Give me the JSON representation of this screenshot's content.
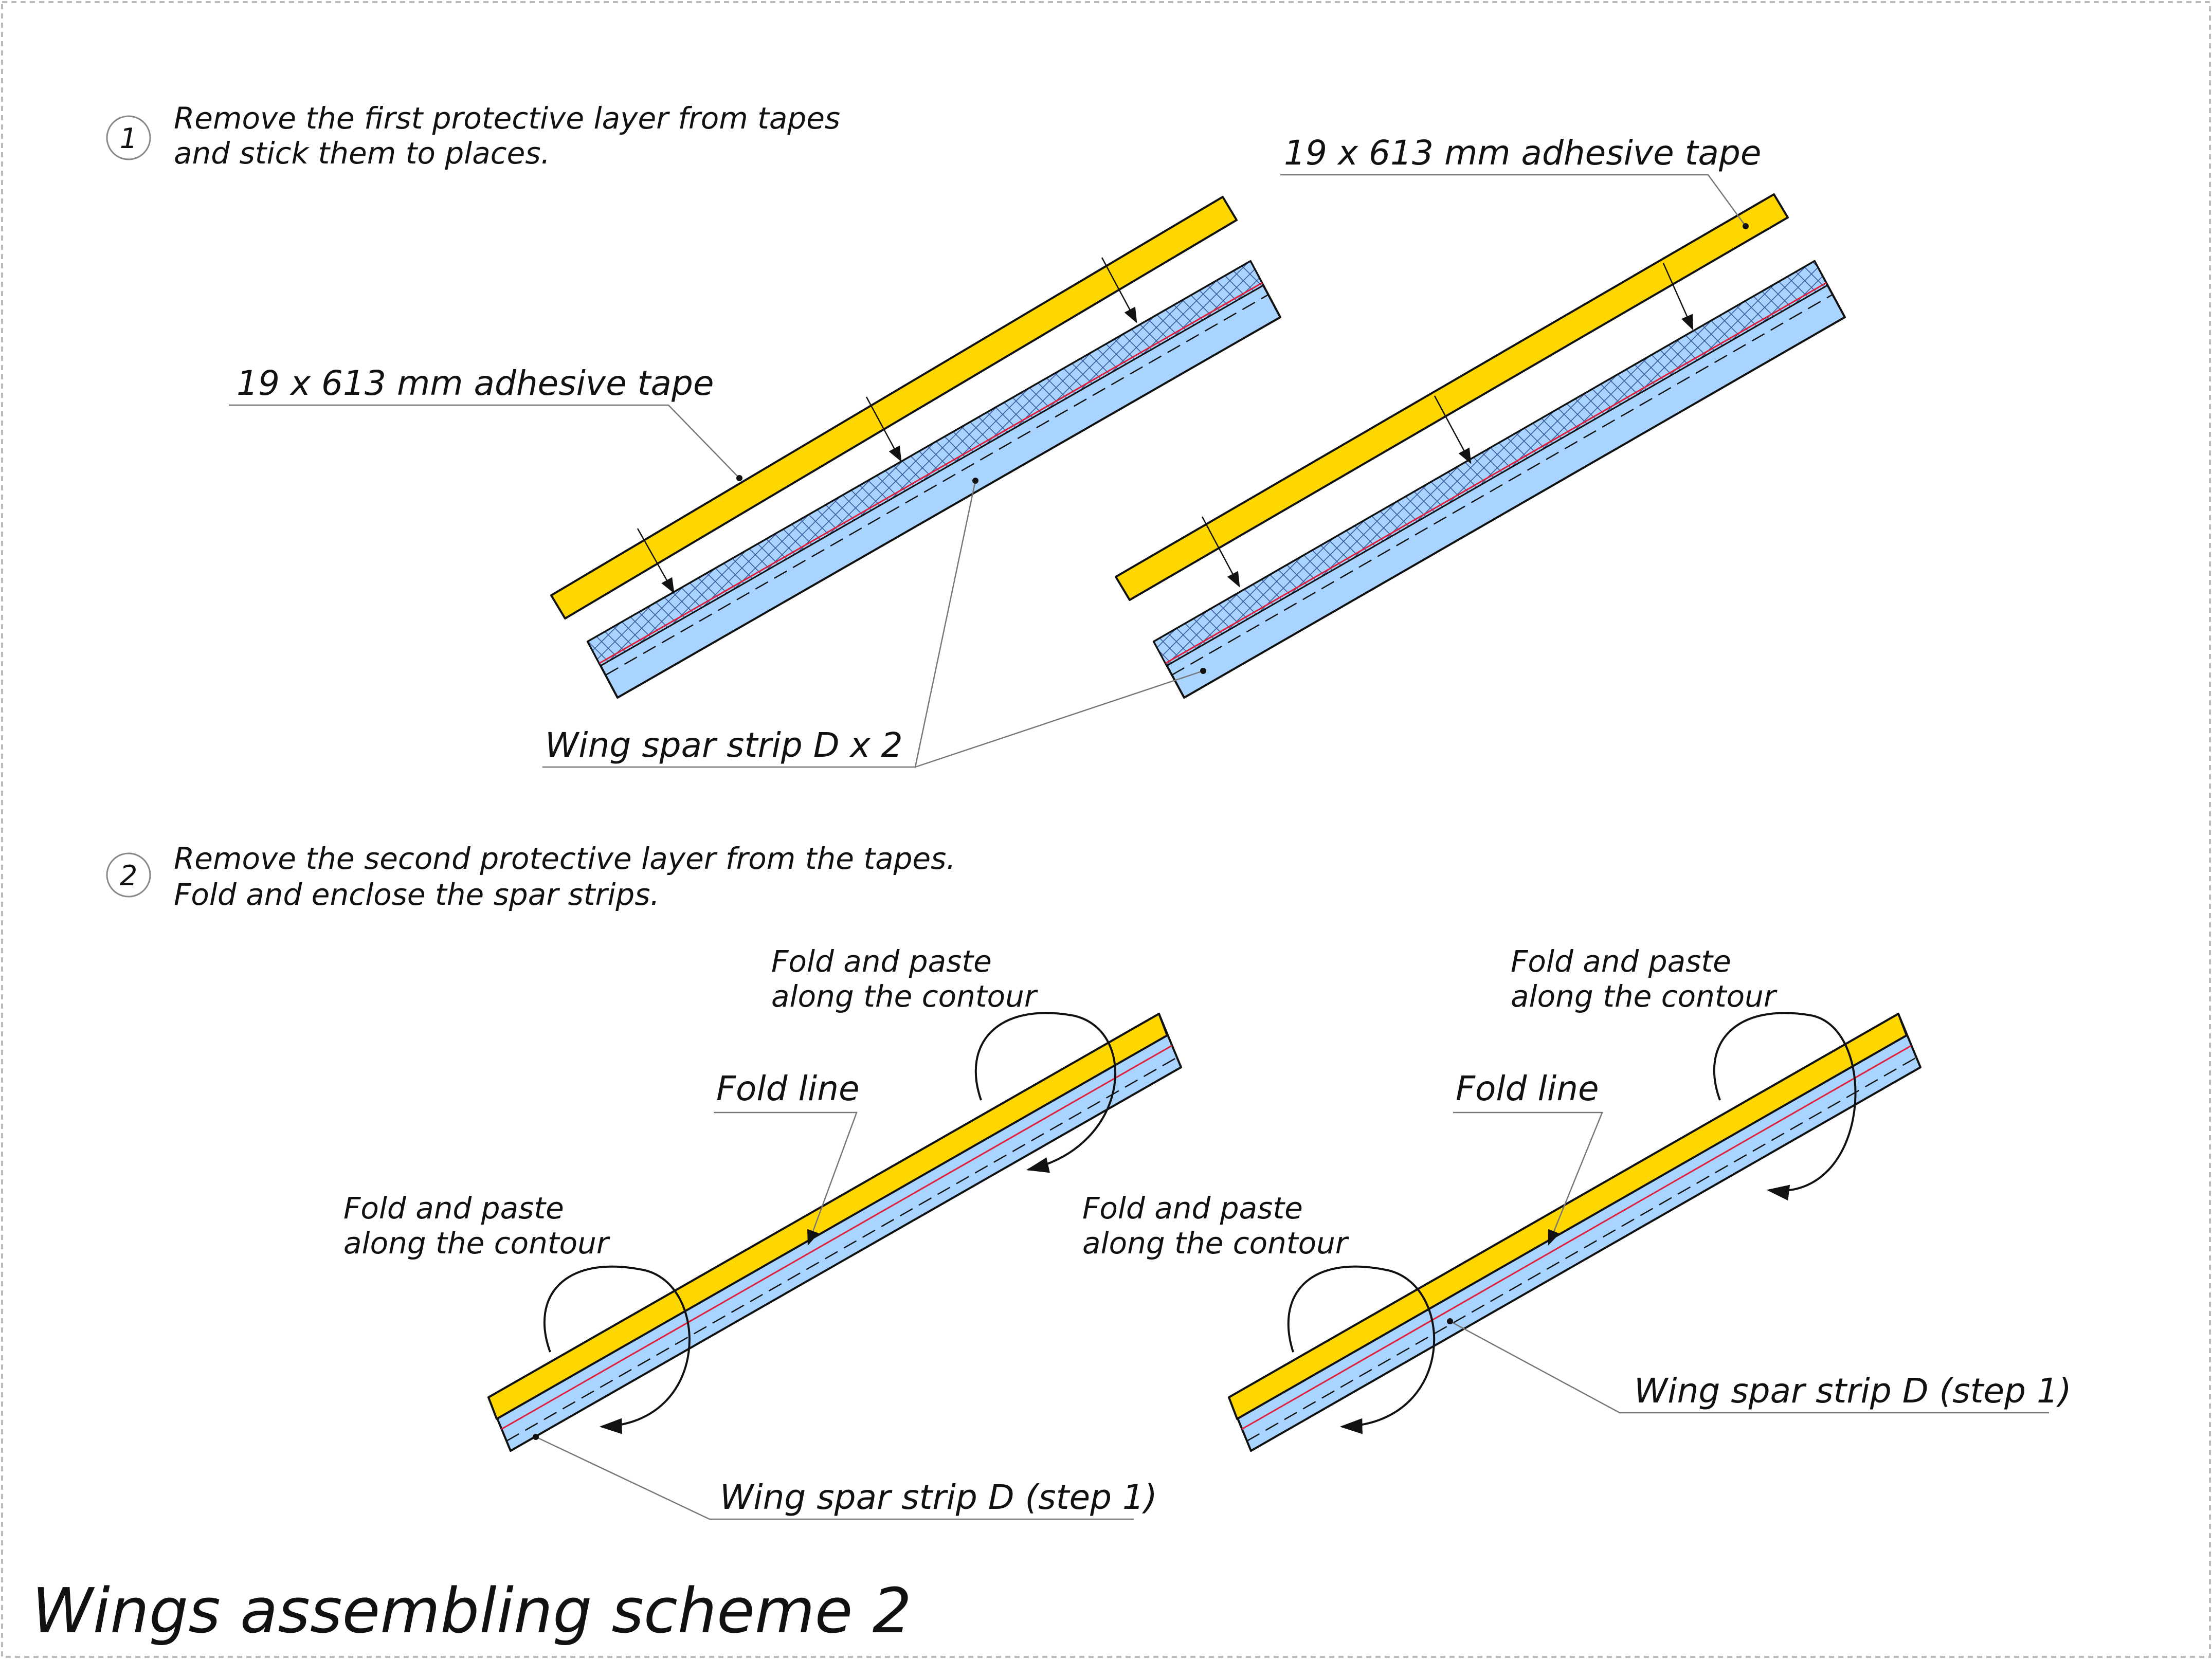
{
  "title": "Wings assembling scheme 2",
  "colors": {
    "tape": "#FFD700",
    "strip": "#A8D4FF",
    "hatch": "#3A5A9A",
    "fold_line": "#E0203A",
    "line": "#111111",
    "leader": "#777777",
    "border": "#BBBBBB"
  },
  "step1": {
    "number": "1",
    "text_line1": "Remove the first protective layer from tapes",
    "text_line2": "and stick them to places.",
    "tape_label_left": "19 x 613 mm adhesive tape",
    "tape_label_right": "19 x 613 mm adhesive tape",
    "strip_label": "Wing spar strip D  x 2"
  },
  "step2": {
    "number": "2",
    "text_line1": "Remove the second protective layer from the tapes.",
    "text_line2": "Fold and enclose the spar strips.",
    "left": {
      "fold_top_line1": "Fold and paste",
      "fold_top_line2": "along the contour",
      "fold_line_label": "Fold line",
      "fold_bottom_line1": "Fold and paste",
      "fold_bottom_line2": "along the contour",
      "strip_label": "Wing spar strip D (step 1)"
    },
    "right": {
      "fold_top_line1": "Fold and paste",
      "fold_top_line2": "along the contour",
      "fold_line_label": "Fold line",
      "fold_bottom_line1": "Fold and paste",
      "fold_bottom_line2": "along the contour",
      "strip_label": "Wing spar strip D (step 1)"
    }
  }
}
